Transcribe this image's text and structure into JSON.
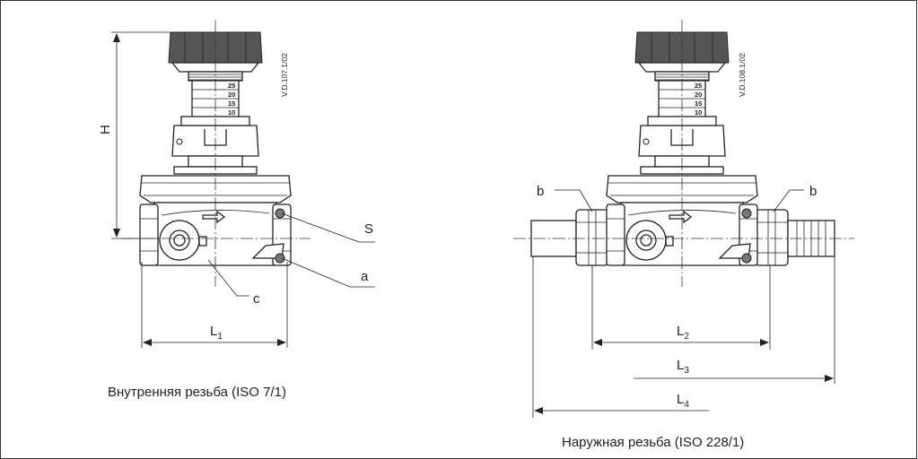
{
  "drawing_codes": {
    "left": "V.D.107.1/02",
    "right": "V.D.108.1/02"
  },
  "left_view": {
    "caption": "Внутренняя резьба (ISO 7/1)",
    "labels": {
      "height": "H",
      "s": "S",
      "a": "a",
      "c": "c",
      "length_main": "L",
      "length_sub": "1"
    },
    "scale": [
      "25",
      "20",
      "15",
      "10"
    ]
  },
  "right_view": {
    "caption": "Наружная резьба (ISO 228/1)",
    "labels": {
      "b_left": "b",
      "b_right": "b",
      "l2_main": "L",
      "l2_sub": "2",
      "l3_main": "L",
      "l3_sub": "3",
      "l4_main": "L",
      "l4_sub": "4"
    },
    "scale": [
      "25",
      "20",
      "15",
      "10"
    ]
  }
}
